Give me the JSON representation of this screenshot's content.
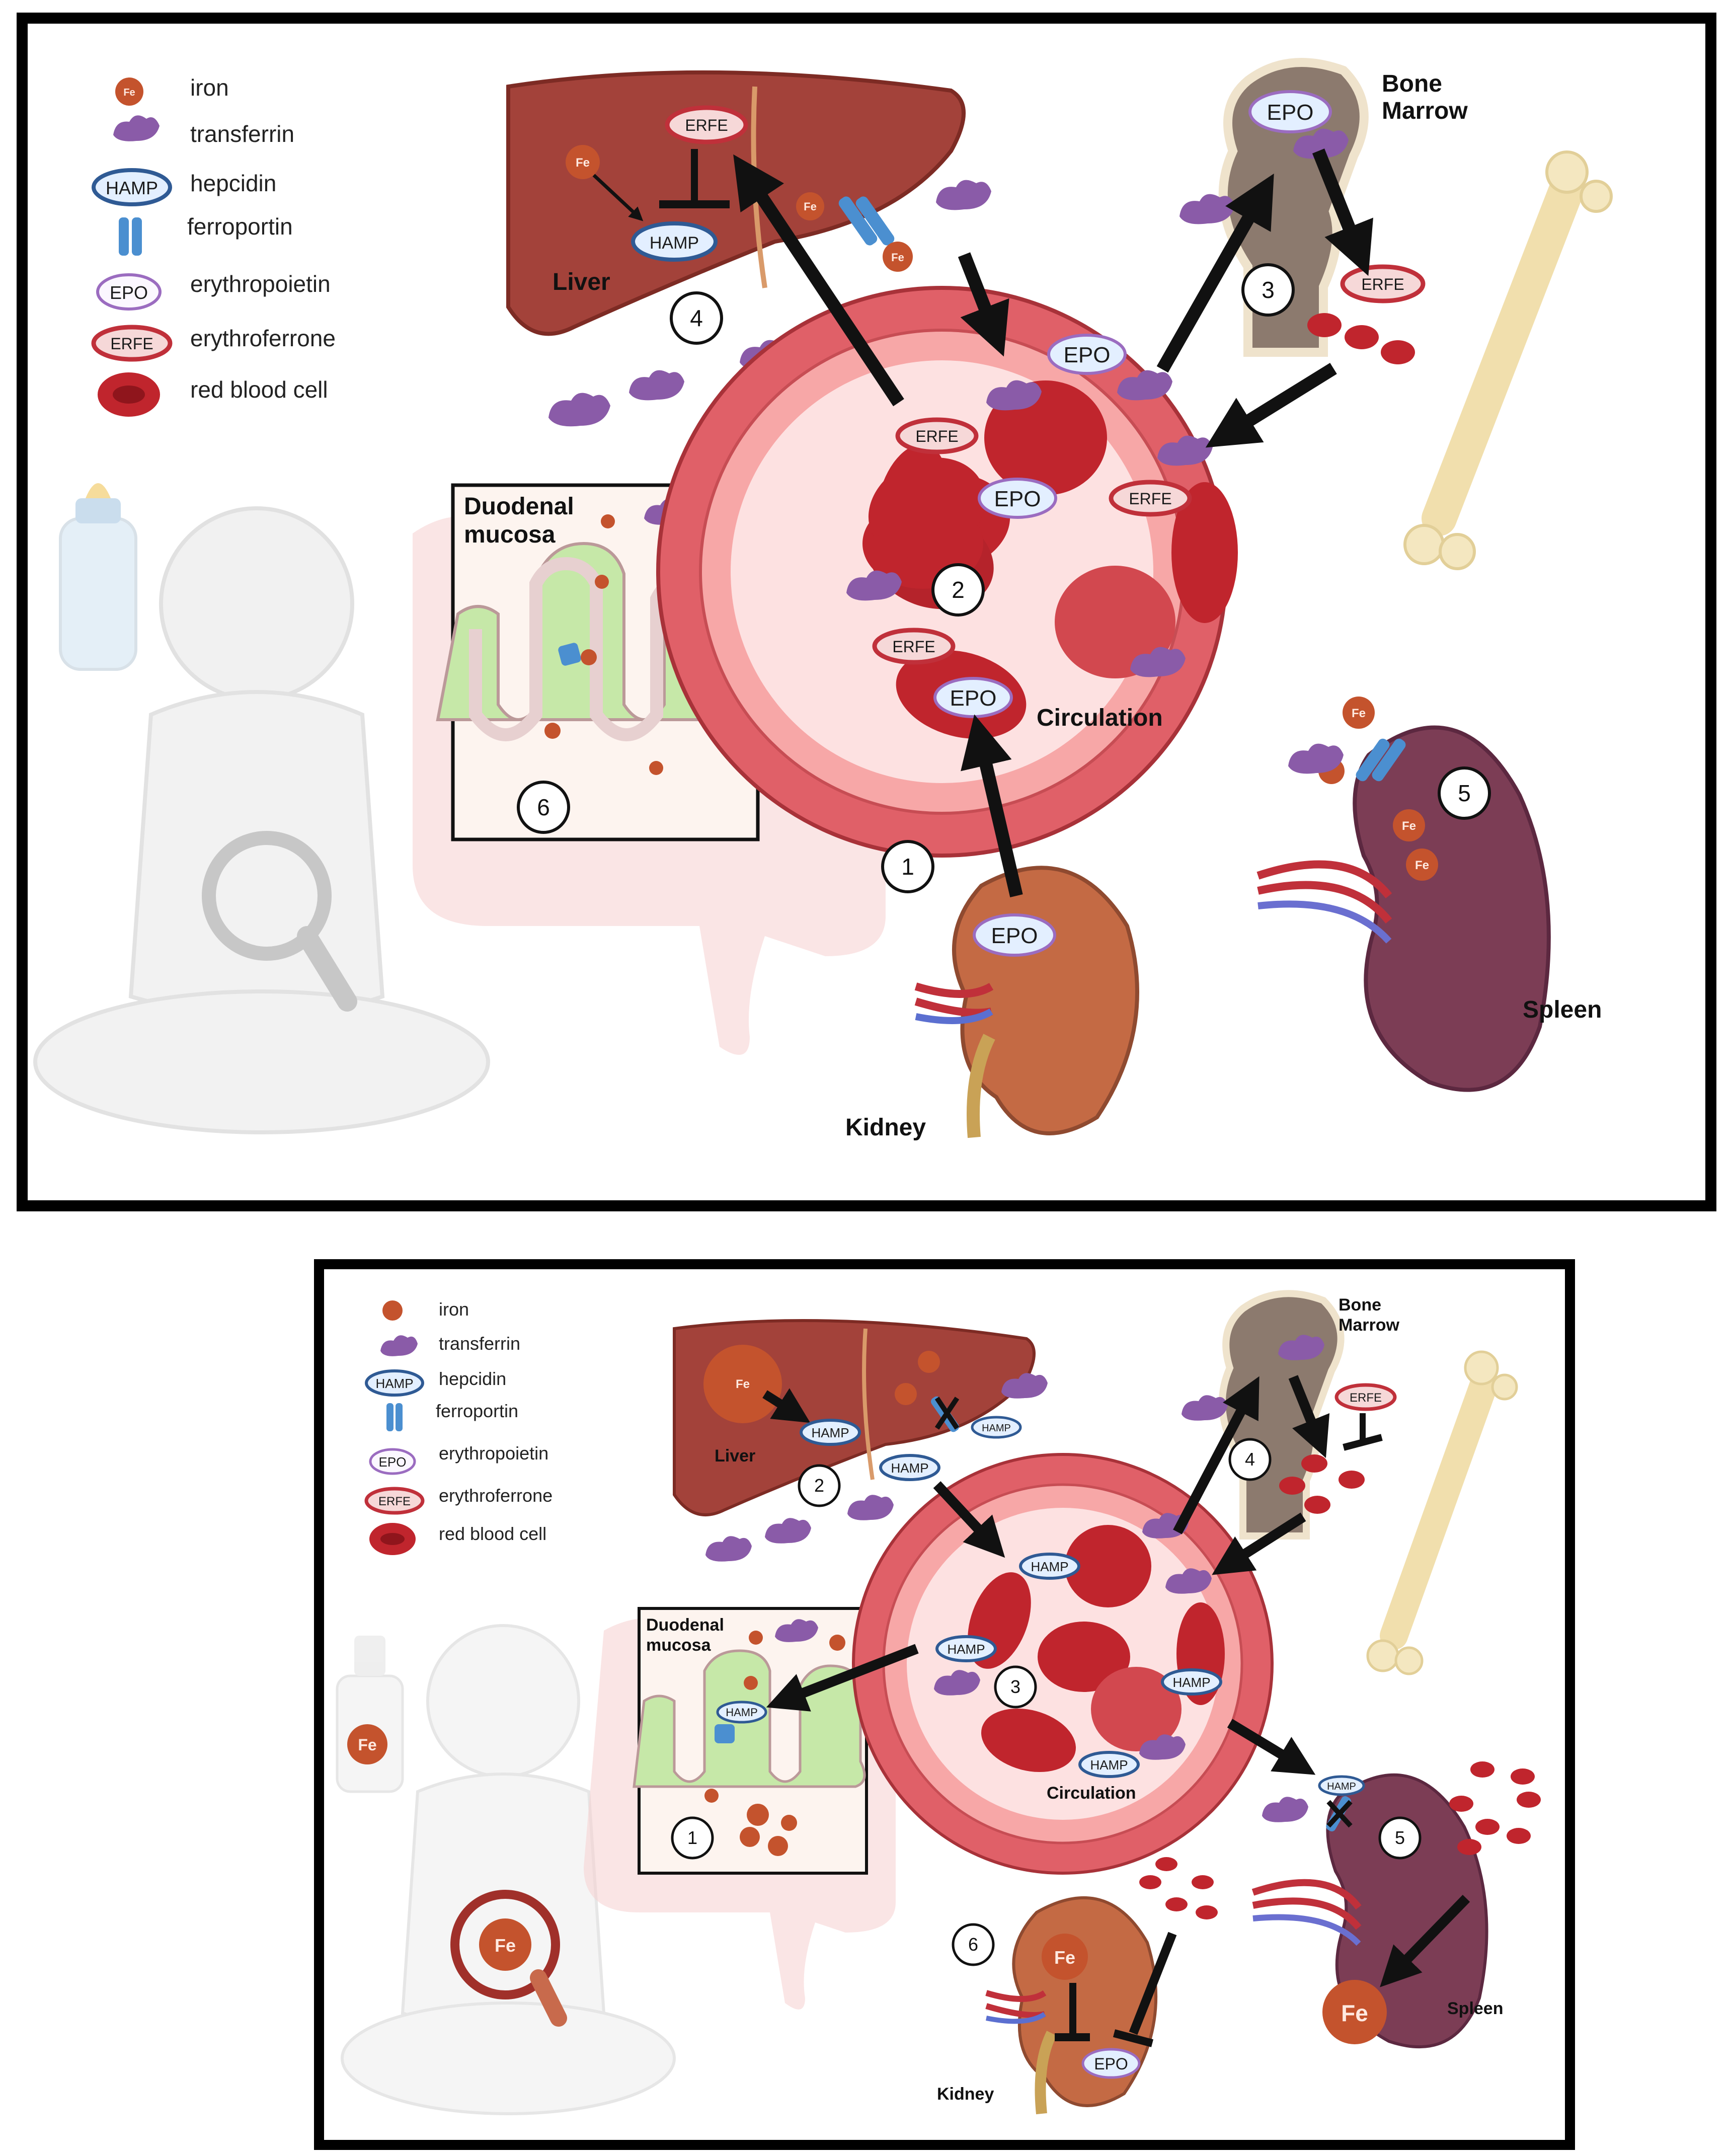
{
  "legend": {
    "iron": "iron",
    "transferrin": "transferrin",
    "hepcidin": "hepcidin",
    "ferroportin": "ferroportin",
    "erythropoietin": "erythropoietin",
    "erythroferrone": "erythroferrone",
    "red_blood_cell": "red blood cell"
  },
  "symbols": {
    "hamp": "HAMP",
    "epo": "EPO",
    "erfe": "ERFE",
    "fe": "Fe"
  },
  "labels": {
    "liver": "Liver",
    "bone_marrow_line1": "Bone",
    "bone_marrow_line2": "Marrow",
    "circulation": "Circulation",
    "kidney": "Kidney",
    "spleen": "Spleen",
    "duodenal_line1": "Duodenal",
    "duodenal_line2": "mucosa"
  },
  "panel_top_steps": [
    "1",
    "2",
    "3",
    "4",
    "5",
    "6"
  ],
  "panel_bottom_steps": [
    "1",
    "2",
    "3",
    "4",
    "5",
    "6"
  ],
  "colors": {
    "liver": "#a3423a",
    "spleen": "#7c3d55",
    "vessel": "#e8686d",
    "rbc": "#c0252d",
    "iron": "#c4532d",
    "transferrin": "#8a5ba8",
    "ferroportin": "#4b8fd0",
    "hepcidin_outline": "#2f5a94",
    "epo_outline": "#9b6cc0",
    "erfe_outline": "#c0303a",
    "villi": "#b8e39a",
    "baby": "#d9d9d9"
  }
}
